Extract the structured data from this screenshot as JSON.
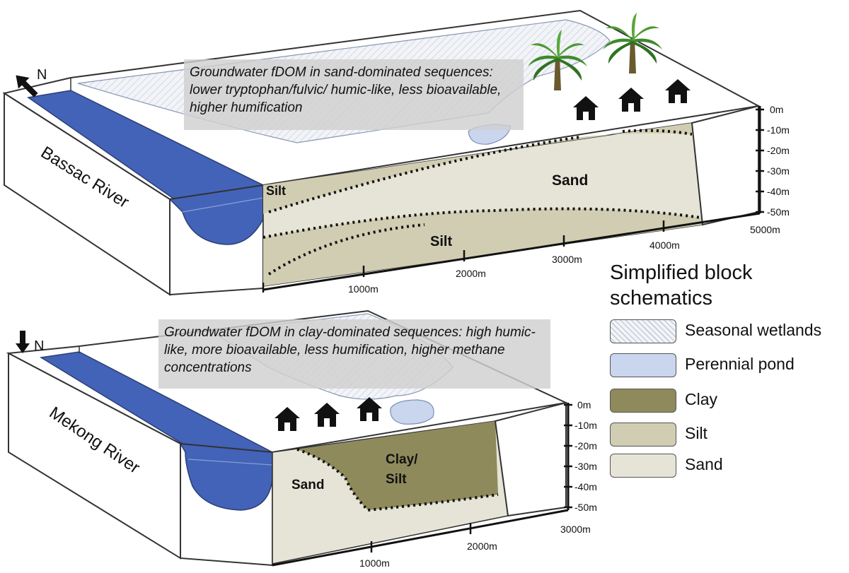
{
  "top_block": {
    "north_label": "N",
    "river_label": "Bassac River",
    "note": "Groundwater fDOM in sand-dominated sequences: lower tryptophan/fulvic/ humic-like, less bioavailable, higher humification",
    "layers": {
      "silt_upper": "Silt",
      "sand": "Sand",
      "silt_lower": "Silt"
    },
    "depth_ticks": [
      "0m",
      "-10m",
      "-20m",
      "-30m",
      "-40m",
      "-50m"
    ],
    "distance_ticks": [
      "1000m",
      "2000m",
      "3000m",
      "4000m",
      "5000m"
    ]
  },
  "bottom_block": {
    "north_label": "N",
    "river_label": "Mekong River",
    "note": "Groundwater fDOM in clay-dominated sequences: high humic-like, more bioavailable, less humification, higher methane concentrations",
    "layers": {
      "sand": "Sand",
      "clay_silt_line1": "Clay/",
      "clay_silt_line2": "Silt"
    },
    "depth_ticks": [
      "0m",
      "-10m",
      "-20m",
      "-30m",
      "-40m",
      "-50m"
    ],
    "distance_ticks": [
      "1000m",
      "2000m",
      "3000m"
    ]
  },
  "legend": {
    "title_line1": "Simplified block",
    "title_line2": "schematics",
    "items": [
      {
        "label": "Seasonal wetlands",
        "color": "#eef2f8",
        "pattern": "hatch"
      },
      {
        "label": "Perennial pond",
        "color": "#c9d6ee"
      },
      {
        "label": "Clay",
        "color": "#8e8a5c"
      },
      {
        "label": "Silt",
        "color": "#d0cdb2"
      },
      {
        "label": "Sand",
        "color": "#e6e4d6"
      }
    ]
  },
  "colors": {
    "river": "#4363b8",
    "clay": "#8e8a5c",
    "silt": "#d0cdb2",
    "sand": "#e6e4d6",
    "pond": "#c9d6ee"
  }
}
